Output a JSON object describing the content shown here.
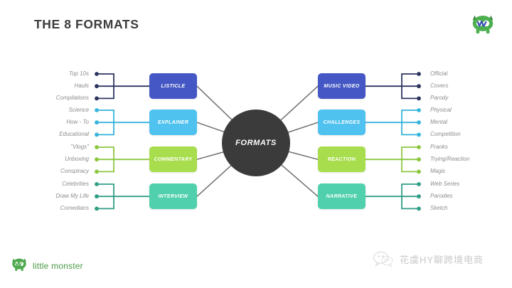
{
  "header": {
    "title": "THE 8 FORMATS",
    "logo_icon": "little-monster-icon"
  },
  "footer": {
    "brand_text": "little monster",
    "brand_icon": "little-monster-icon",
    "wechat_icon": "wechat-icon",
    "wechat_text": "花虞HY聊跨境电商"
  },
  "diagram": {
    "center_label": "FORMATS",
    "center_color": "#3b3b3b",
    "groups": [
      {
        "side": "left",
        "name": "LISTICLE",
        "color": "#4457c4",
        "leaves": [
          "Top 10s",
          "Hauls",
          "Compilations"
        ]
      },
      {
        "side": "left",
        "name": "EXPLAINER",
        "color": "#4fc2ef",
        "leaves": [
          "Science",
          "How - To",
          "Educational"
        ]
      },
      {
        "side": "left",
        "name": "COMMENTARY",
        "color": "#a8dd4d",
        "leaves": [
          "\"Vlogs\"",
          "Unboxing",
          "Conspiracy"
        ]
      },
      {
        "side": "left",
        "name": "INTERVIEW",
        "color": "#50d0ac",
        "leaves": [
          "Celebrities",
          "Draw My Life",
          "Comedians"
        ]
      },
      {
        "side": "right",
        "name": "MUSIC VIDEO",
        "color": "#4457c4",
        "leaves": [
          "Official",
          "Covers",
          "Parody"
        ]
      },
      {
        "side": "right",
        "name": "CHALLENGES",
        "color": "#4fc2ef",
        "leaves": [
          "Physical",
          "Mental",
          "Competition"
        ]
      },
      {
        "side": "right",
        "name": "REACTION",
        "color": "#a8dd4d",
        "leaves": [
          "Pranks",
          "Trying/Reaction",
          "Magic"
        ]
      },
      {
        "side": "right",
        "name": "NARRATIVE",
        "color": "#50d0ac",
        "leaves": [
          "Web Series",
          "Parodies",
          "Sketch"
        ]
      }
    ],
    "wire_colors": {
      "listicle": "#2c3560",
      "explainer": "#35b4dc",
      "commentary": "#8cc63f",
      "interview": "#2f9e86",
      "spoke": "#6f6f6f"
    }
  }
}
